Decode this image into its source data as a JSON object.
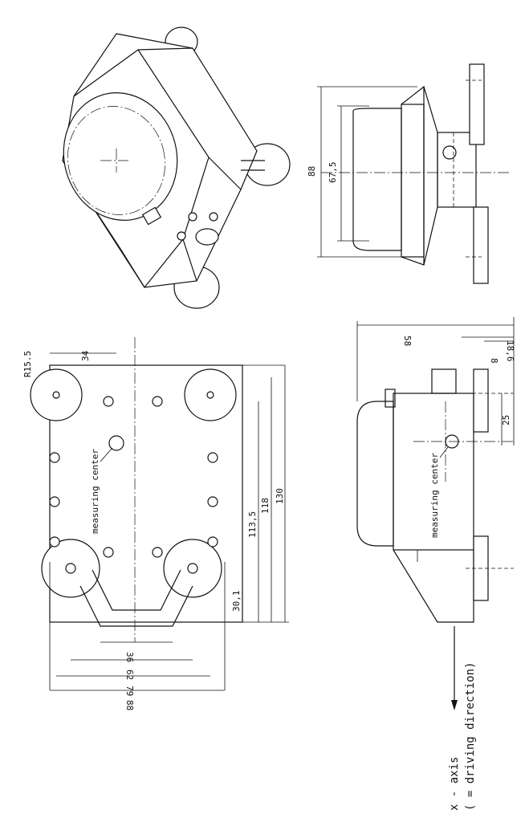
{
  "top_view": {
    "radius_label": "R15.5",
    "dim_34": "34",
    "dim_113_5": "113,5",
    "dim_118": "118",
    "dim_130": "130",
    "dim_30_1": "30,1",
    "dim_36": "36",
    "dim_62": "62",
    "dim_79": "79",
    "dim_88": "88",
    "measuring_center": "measuring center"
  },
  "side_view": {
    "dim_58": "58",
    "dim_18_6": "18,6",
    "dim_8": "8",
    "dim_25": "25",
    "measuring_center": "measuring center"
  },
  "front_view": {
    "dim_88": "88",
    "dim_67_5": "67,5"
  },
  "axis_note": {
    "line1": "x  -  axis",
    "line2": "( = driving  direction)"
  }
}
